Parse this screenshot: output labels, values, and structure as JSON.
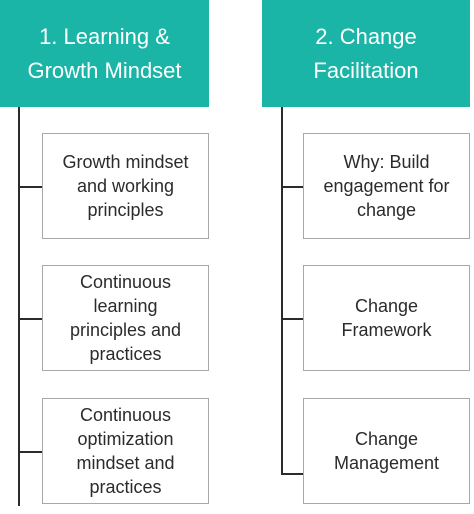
{
  "columns": [
    {
      "title": "1. Learning &\nGrowth Mindset",
      "items": [
        "Growth mindset\nand working\nprinciples",
        "Continuous\nlearning\nprinciples and\npractices",
        "Continuous\noptimization\nmindset and\npractices"
      ]
    },
    {
      "title": "2. Change\nFacilitation",
      "items": [
        "Why: Build\nengagement for\nchange",
        "Change\nFramework",
        "Change\nManagement"
      ]
    }
  ],
  "colors": {
    "header_bg": "#1ab5a6",
    "header_text": "#ffffff",
    "connector": "#2b2b2b",
    "box_border": "#a8a8a8"
  }
}
